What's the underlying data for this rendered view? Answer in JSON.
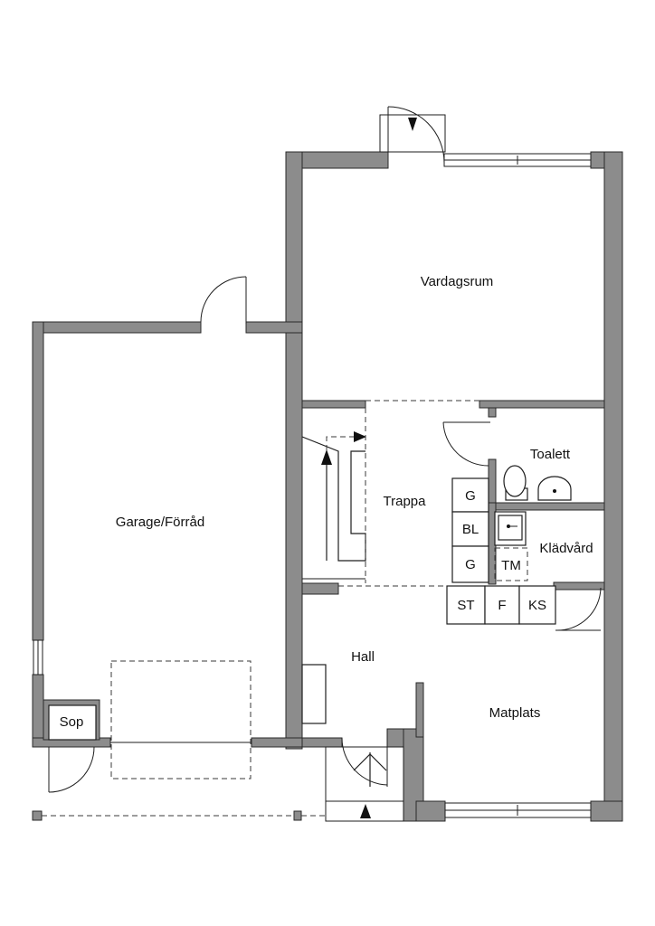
{
  "rooms": {
    "vardagsrum": "Vardagsrum",
    "garage": "Garage/Förråd",
    "trappa": "Trappa",
    "toalett": "Toalett",
    "kladvard": "Klädvård",
    "hall": "Hall",
    "matplats": "Matplats",
    "sop": "Sop"
  },
  "fixtures": {
    "g_top": "G",
    "bl": "BL",
    "g_bottom": "G",
    "tm": "TM",
    "st": "ST",
    "f": "F",
    "ks": "KS"
  }
}
